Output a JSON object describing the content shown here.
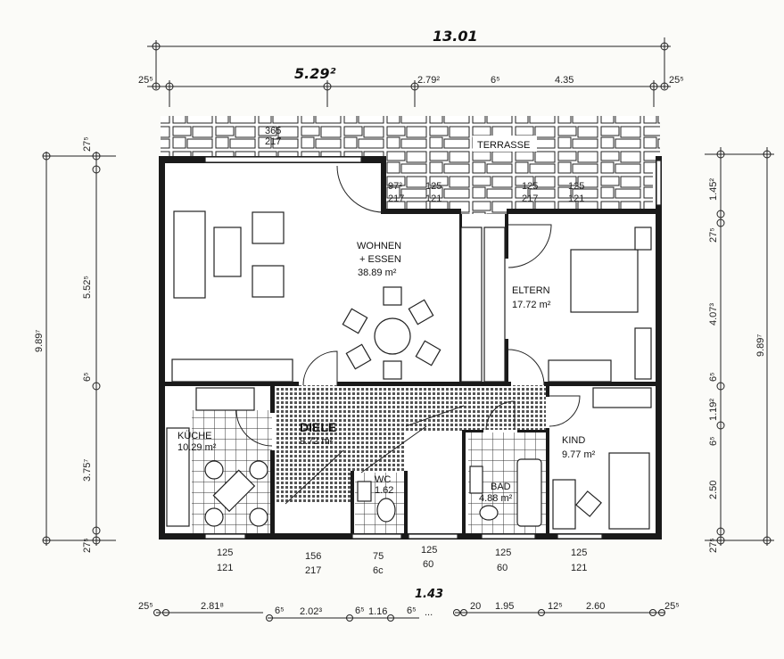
{
  "plan": {
    "overall_width": "13.01",
    "segment_width_hand": "5.29²",
    "top_dims": [
      "25⁵",
      "2.79²",
      "6⁵",
      "4.35",
      "25⁵"
    ],
    "bottom_dims": [
      "25⁵",
      "2.81⁸",
      "6⁵",
      "2.02³",
      "6⁵",
      "1.16",
      "6⁵",
      "...",
      "20",
      "1.95",
      "12⁵",
      "2.60",
      "25⁵"
    ],
    "bottom_hand": "1.43",
    "left_total": "9.89⁷",
    "left_dims": [
      "27⁵",
      "5.52⁵",
      "6⁵",
      "3.75⁷",
      "27⁵"
    ],
    "right_total": "9.89⁷",
    "right_dims": [
      "1.45²",
      "27⁵",
      "4.07³",
      "6⁵",
      "1.19²",
      "6⁵",
      "2.50",
      "27⁵"
    ],
    "top_openings": [
      {
        "top": "365",
        "bottom": "217"
      },
      {
        "top": "97²",
        "bottom": "217"
      },
      {
        "top": "125",
        "bottom": "121"
      },
      {
        "top": "125",
        "bottom": "217"
      },
      {
        "top": "125",
        "bottom": "121"
      }
    ],
    "bottom_openings": [
      {
        "top": "125",
        "bottom": "121"
      },
      {
        "top": "156",
        "bottom": "217"
      },
      {
        "top": "75",
        "bottom": "6c"
      },
      {
        "top": "125",
        "bottom": "60"
      },
      {
        "top": "125",
        "bottom": "60"
      },
      {
        "top": "125",
        "bottom": "121"
      }
    ],
    "rooms": {
      "terrasse": {
        "name": "TERRASSE"
      },
      "wohnen": {
        "name": "WOHNEN",
        "name2": "+ ESSEN",
        "area": "38.89 m²"
      },
      "eltern": {
        "name": "ELTERN",
        "area": "17.72 m²"
      },
      "kueche": {
        "name": "KÜCHE",
        "area": "10.29 m²"
      },
      "diele": {
        "name": "DIELE",
        "area": "9.72 m²"
      },
      "wc": {
        "name": "WC",
        "area": "1.62"
      },
      "bad": {
        "name": "BAD",
        "area": "4.88 m²"
      },
      "kind": {
        "name": "KIND",
        "area": "9.77 m²"
      }
    }
  }
}
